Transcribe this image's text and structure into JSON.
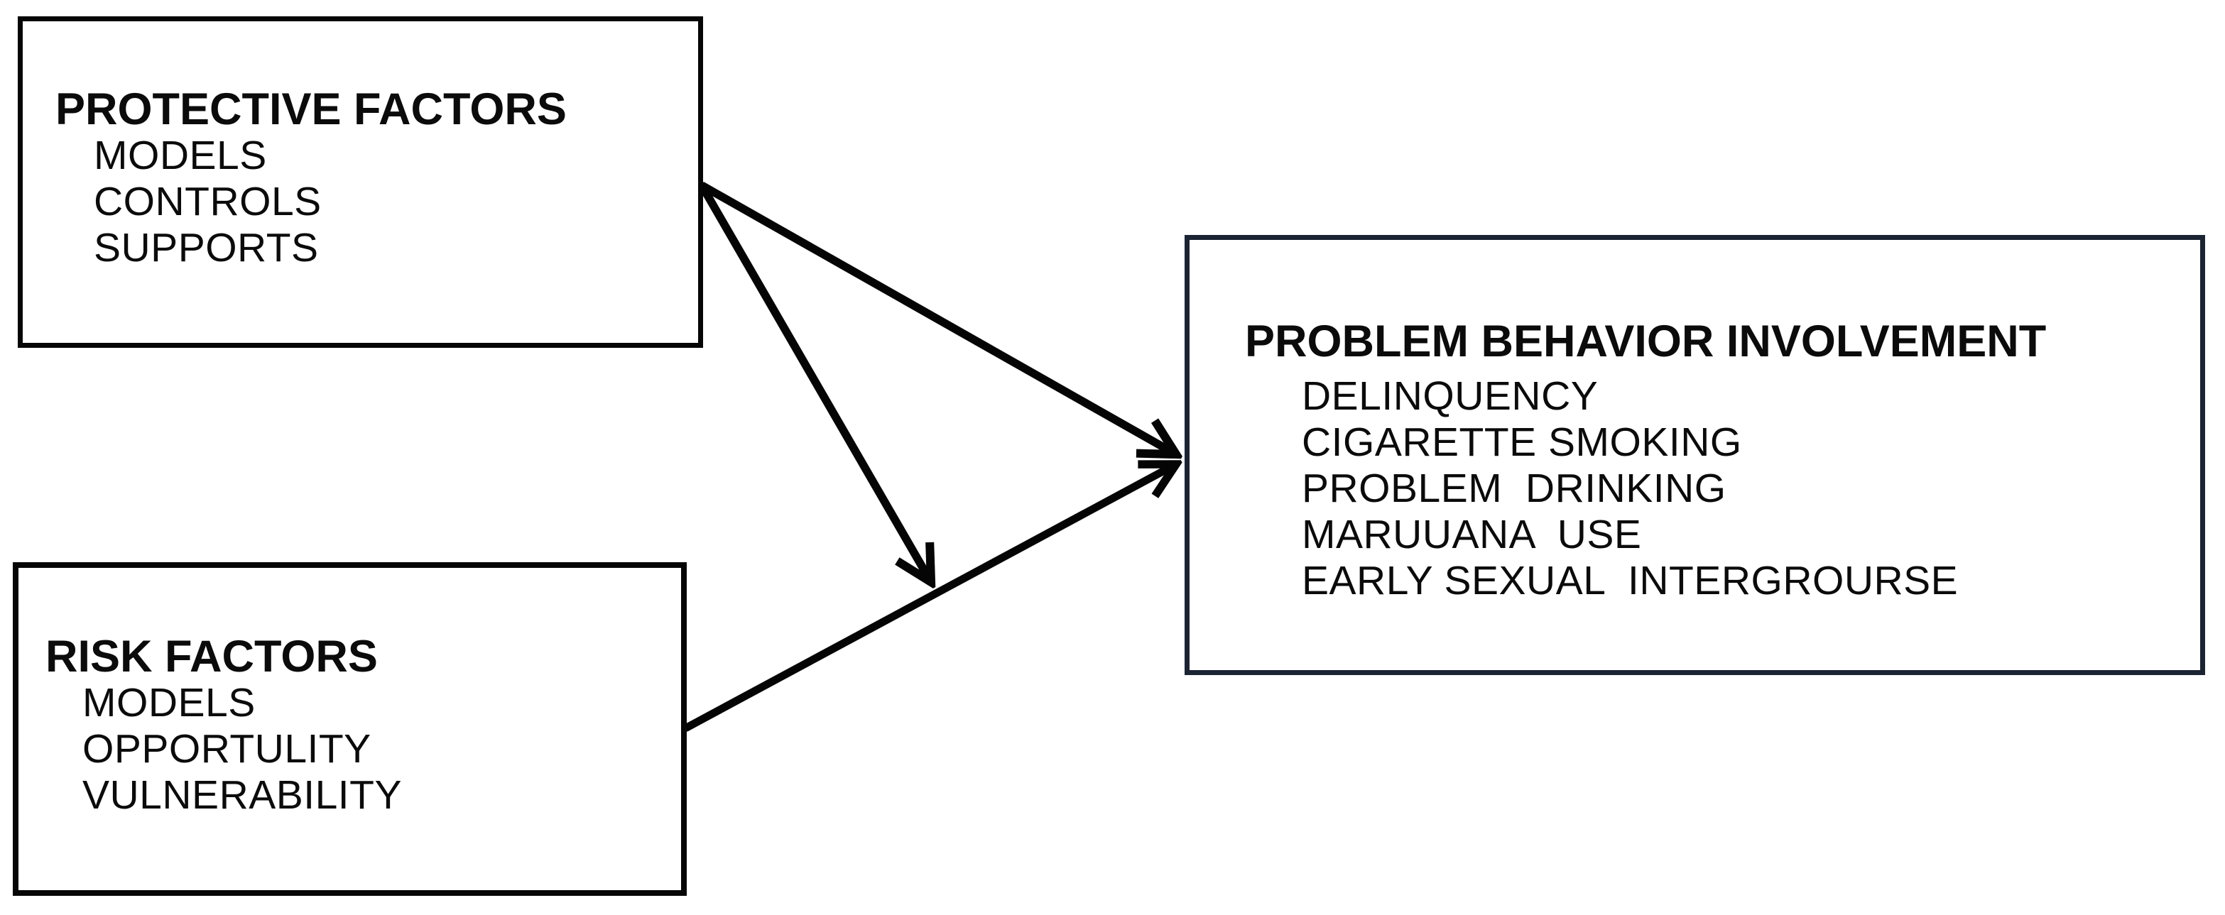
{
  "diagram_title": "Problem behavior theory diagram",
  "colors": {
    "background": "#ffffff",
    "text": "#0b0b0b",
    "left_box_border": "#060606",
    "right_box_border": "#1b2433",
    "arrow": "#050505"
  },
  "boxes": {
    "protective": {
      "title": "PROTECTIVE FACTORS",
      "items": [
        "MODELS",
        "CONTROLS",
        "SUPPORTS"
      ]
    },
    "risk": {
      "title": "RISK FACTORS",
      "items": [
        "MODELS",
        "OPPORTULITY",
        "VULNERABILITY"
      ]
    },
    "problem": {
      "title": "PROBLEM BEHAVIOR INVOLVEMENT",
      "items": [
        "DELINQUENCY",
        "CIGARETTE SMOKING",
        "PROBLEM  DRINKING",
        "MARUUANA  USE",
        "EARLY SEXUAL  INTERGROURSE"
      ]
    }
  },
  "arrows": [
    {
      "id": "protective-to-problem",
      "from": "protective-factors",
      "to": "problem-behavior-involvement",
      "style": "straight, open V head"
    },
    {
      "id": "protective-to-risk-effect",
      "from": "protective-factors",
      "to": "risk-to-problem-arrow",
      "style": "straight, open V head, points at the risk arrow (moderation)"
    },
    {
      "id": "risk-to-problem",
      "from": "risk-factors",
      "to": "problem-behavior-involvement",
      "style": "straight, open V head"
    }
  ]
}
